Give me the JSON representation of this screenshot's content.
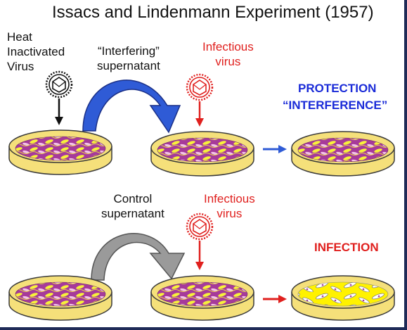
{
  "title": "Issacs and Lindenmann Experiment (1957)",
  "labels": {
    "heat_inactivated_virus": "Heat\nInactivated\nVirus",
    "interfering_supernatant": "“Interfering”\nsupernatant",
    "infectious_virus_top": "Infectious\nvirus",
    "protection": "PROTECTION",
    "interference": "“INTERFERENCE”",
    "control_supernatant": "Control\nsupernatant",
    "infectious_virus_bottom": "Infectious\nvirus",
    "infection": "INFECTION"
  },
  "colors": {
    "dish_fill": "#f5e07a",
    "dish_rim": "#3a3a3a",
    "cell_fill": "#a63a9a",
    "cytoplasm_yellow": "#f7f23a",
    "infected_medium": "#fff200",
    "blue_arrow": "#2f5bd6",
    "gray_arrow": "#9a9a9a",
    "red": "#e0201e",
    "blue_text": "#1a2bd8",
    "black": "#111111"
  },
  "icons": {
    "heat_virus": "inactivated-virus-icon",
    "infectious_virus": "virus-icon"
  }
}
